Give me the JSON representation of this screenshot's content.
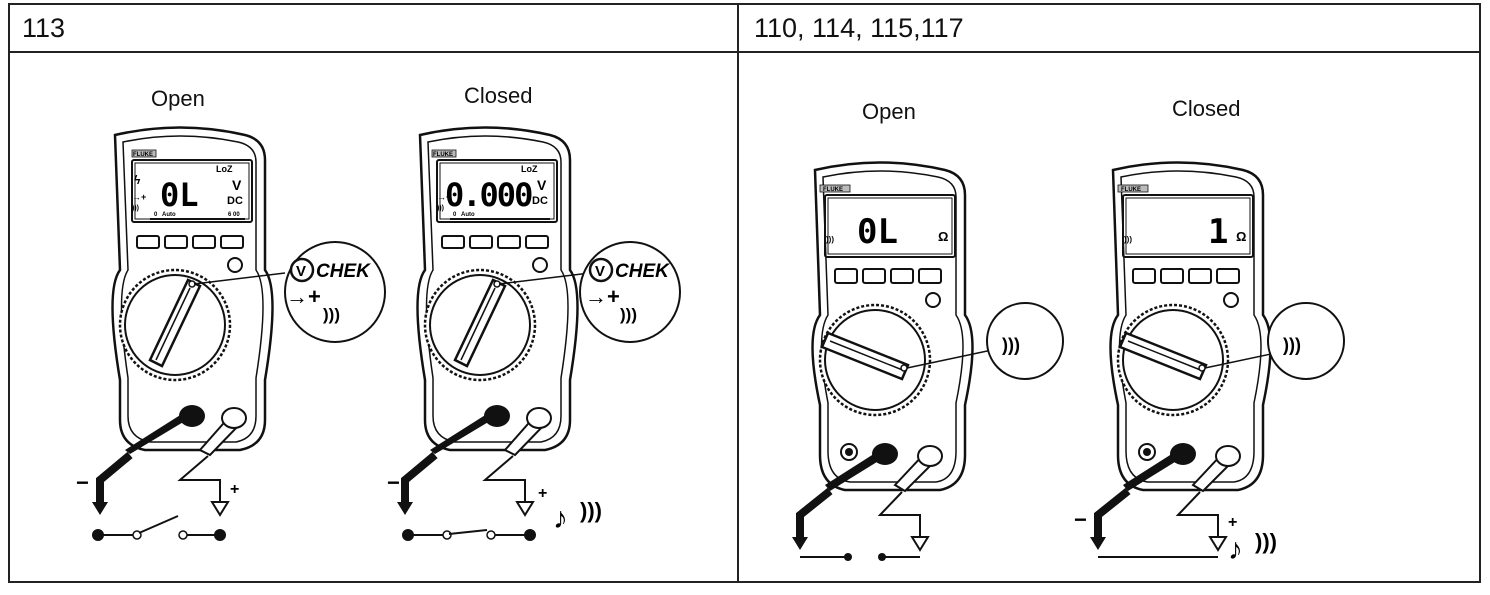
{
  "panels": [
    {
      "header": "113",
      "meters": [
        {
          "caption": "Open",
          "display_value": "0L",
          "unit_top": "V",
          "unit_bottom": "DC",
          "loz": "LoZ",
          "auto": "Auto",
          "bar_start": "0",
          "bar_end": "6 00",
          "vchek": "CHEK",
          "closed_circuit": false,
          "beep": false
        },
        {
          "caption": "Closed",
          "display_value": "0.000",
          "unit_top": "V",
          "unit_bottom": "DC",
          "loz": "LoZ",
          "auto": "Auto",
          "bar_start": "0",
          "bar_end": "",
          "vchek": "CHEK",
          "closed_circuit": true,
          "beep": true
        }
      ]
    },
    {
      "header": "110, 114, 115,117",
      "meters": [
        {
          "caption": "Open",
          "display_value": "0L",
          "unit": "Ω",
          "closed_circuit": false,
          "beep": false
        },
        {
          "caption": "Closed",
          "display_value": "1",
          "unit": "Ω",
          "closed_circuit": true,
          "beep": true
        }
      ]
    }
  ],
  "brand": "FLUKE",
  "probe_minus": "−",
  "probe_plus": "+",
  "beep_symbol": "♪",
  "continuity_symbol": ")))",
  "icons": [
    "diode-icon",
    "continuity-icon",
    "lightning-icon",
    "note-icon",
    "vchek-logo"
  ]
}
